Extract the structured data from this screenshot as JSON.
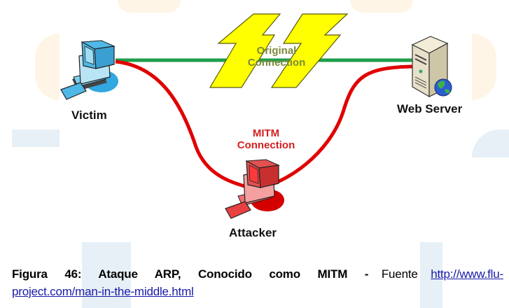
{
  "diagram": {
    "nodes": {
      "victim": {
        "label": "Victim",
        "icon": "desktop-computer-icon",
        "color": "#4fb8e6"
      },
      "web_server": {
        "label": "Web Server",
        "icon": "server-globe-icon",
        "color": "#e8e0c8"
      },
      "attacker": {
        "label": "Attacker",
        "icon": "desktop-computer-icon",
        "color": "#e23a3a"
      }
    },
    "connections": {
      "original": {
        "label_line1": "Original",
        "label_line2": "Connection",
        "color": "#1e9e4a",
        "label_color": "#7a8a3a",
        "icon": "lightning-bolt-icon",
        "bolt_color": "#ffff00"
      },
      "mitm": {
        "label_line1": "MITM",
        "label_line2": "Connection",
        "color": "#e00000",
        "label_color": "#d42020"
      }
    }
  },
  "caption": {
    "bold_text": "Figura 46: Ataque ARP, Conocido como MITM -",
    "plain_text": " Fuente ",
    "link_text": "http://www.flu-project.com/man-in-the-middle.html"
  }
}
